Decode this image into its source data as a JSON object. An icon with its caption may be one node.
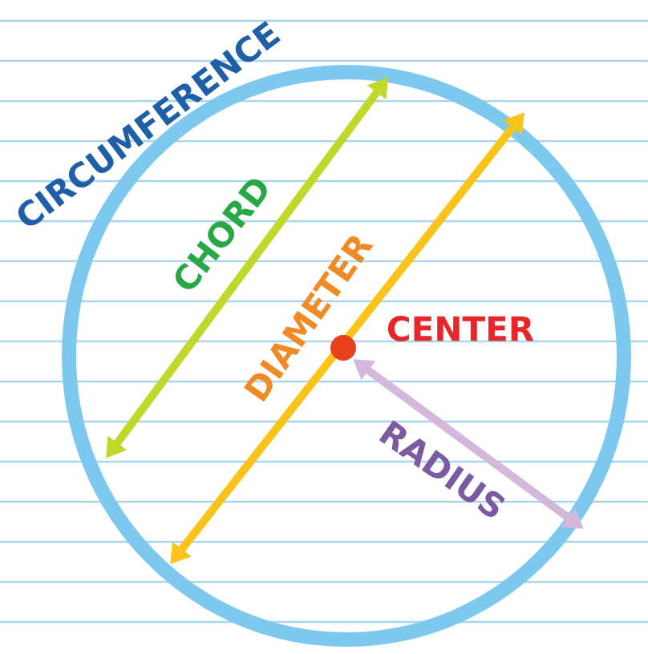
{
  "diagram": {
    "labels": [
      "CIRCUMFERENCE",
      "CHORD",
      "DIAMETER",
      "CENTER",
      "RADIUS"
    ]
  }
}
